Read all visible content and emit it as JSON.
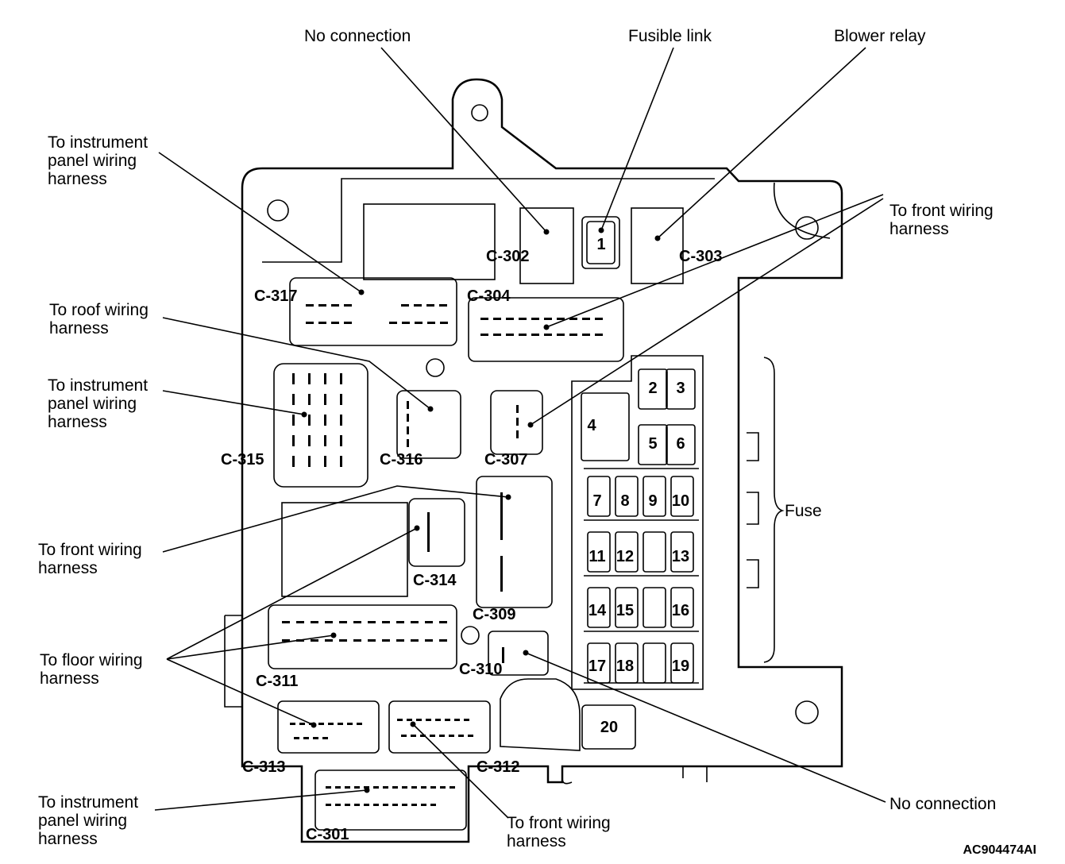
{
  "figure_code": "AC904474AI",
  "callouts": [
    {
      "lines": [
        "No connection"
      ]
    },
    {
      "lines": [
        "Fusible link"
      ]
    },
    {
      "lines": [
        "Blower relay"
      ]
    },
    {
      "lines": [
        "To instrument",
        "panel wiring",
        "harness"
      ]
    },
    {
      "lines": [
        "To front wiring",
        "harness"
      ]
    },
    {
      "lines": [
        "To roof wiring",
        "harness"
      ]
    },
    {
      "lines": [
        "To instrument",
        "panel wiring",
        "harness"
      ]
    },
    {
      "lines": [
        "To front wiring",
        "harness"
      ]
    },
    {
      "lines": [
        "To floor wiring",
        "harness"
      ]
    },
    {
      "lines": [
        "Fuse"
      ]
    },
    {
      "lines": [
        "No connection"
      ]
    },
    {
      "lines": [
        "To instrument",
        "panel wiring",
        "harness"
      ]
    },
    {
      "lines": [
        "To front wiring",
        "harness"
      ]
    }
  ],
  "connectors": [
    "C-302",
    "C-303",
    "C-317",
    "C-304",
    "C-315",
    "C-316",
    "C-307",
    "C-314",
    "C-309",
    "C-310",
    "C-311",
    "C-313",
    "C-312",
    "C-301"
  ],
  "fuses": [
    "1",
    "2",
    "3",
    "4",
    "5",
    "6",
    "7",
    "8",
    "9",
    "10",
    "11",
    "12",
    "13",
    "14",
    "15",
    "16",
    "17",
    "18",
    "19",
    "20"
  ]
}
